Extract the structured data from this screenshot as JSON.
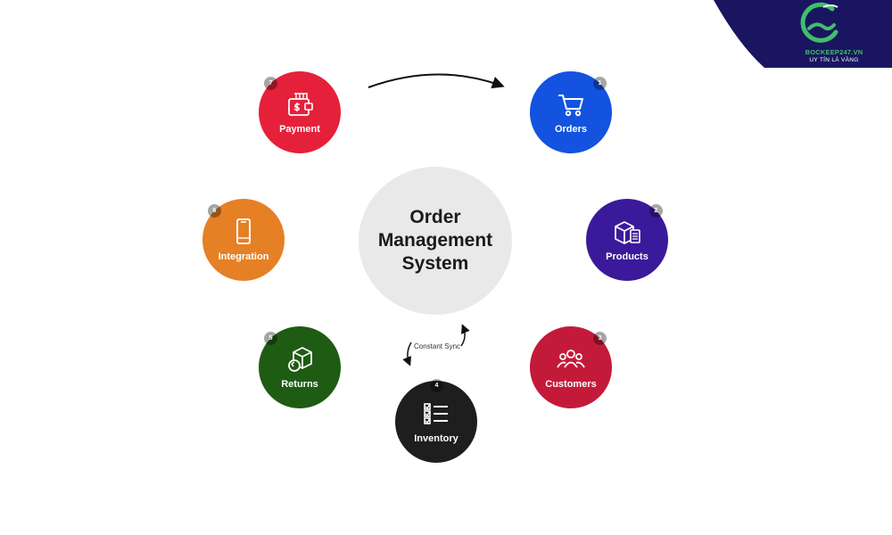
{
  "brand": {
    "name": "BOCKEEP247.VN",
    "tagline": "UY TÍN LÀ VÀNG",
    "colors": {
      "band": "#1a1560",
      "green": "#3fbf6b"
    }
  },
  "hub": {
    "title": "Order Management System",
    "color": "#e9e9e9"
  },
  "nodes": [
    {
      "number": "1",
      "label": "Orders",
      "color": "#1353e0",
      "icon": "shopping-cart-icon"
    },
    {
      "number": "2",
      "label": "Products",
      "color": "#3a1a9a",
      "icon": "package-checklist-icon"
    },
    {
      "number": "3",
      "label": "Customers",
      "color": "#c41a3a",
      "icon": "people-group-icon"
    },
    {
      "number": "4",
      "label": "Inventory",
      "color": "#1e1e1e",
      "icon": "checklist-icon"
    },
    {
      "number": "5",
      "label": "Returns",
      "color": "#1e5c14",
      "icon": "return-box-icon"
    },
    {
      "number": "6",
      "label": "Integration",
      "color": "#e58025",
      "icon": "smartphone-icon"
    },
    {
      "number": "7",
      "label": "Payment",
      "color": "#e5203a",
      "icon": "wallet-payment-icon"
    }
  ],
  "sync": {
    "label": "Constant Sync"
  }
}
